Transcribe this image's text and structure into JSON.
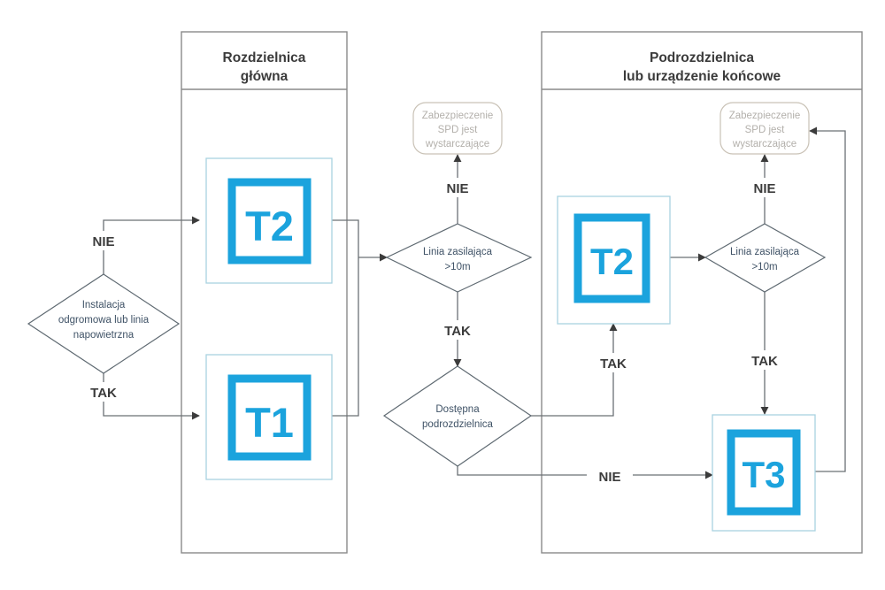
{
  "diagram": {
    "title_left": "Rozdzielnica\nglówna",
    "panels": [
      {
        "id": "left",
        "line1": "Rozdzielnica",
        "line2": "główna"
      },
      {
        "id": "right",
        "line1": "Podrozdzielnica",
        "line2": "lub urządzenie końcowe"
      }
    ],
    "decisions": [
      {
        "id": "instalacja",
        "line1": "Instalacja",
        "line2": "odgromowa lub linia",
        "line3": "napowietrzna"
      },
      {
        "id": "linia-left",
        "line1": "Linia zasilająca",
        "line2": ">10m"
      },
      {
        "id": "dostepna",
        "line1": "Dostępna",
        "line2": "podrozdzielnica"
      },
      {
        "id": "linia-right",
        "line1": "Linia zasilająca",
        "line2": ">10m"
      }
    ],
    "terminators": [
      {
        "id": "spd-ok-left",
        "line1": "Zabezpieczenie",
        "line2": "SPD jest",
        "line3": "wystarczające"
      },
      {
        "id": "spd-ok-right",
        "line1": "Zabezpieczenie",
        "line2": "SPD jest",
        "line3": "wystarczające"
      }
    ],
    "spd_devices": [
      {
        "id": "spd-t2-left",
        "label": "T2"
      },
      {
        "id": "spd-t1-left",
        "label": "T1"
      },
      {
        "id": "spd-t2-right",
        "label": "T2"
      },
      {
        "id": "spd-t3-right",
        "label": "T3"
      }
    ],
    "edge_labels": {
      "nie_instalacja": "NIE",
      "tak_instalacja": "TAK",
      "nie_linia_left": "NIE",
      "tak_linia_left": "TAK",
      "tak_dostepna": "TAK",
      "nie_dostepna": "NIE",
      "nie_linia_right": "NIE",
      "tak_linia_right": "TAK"
    },
    "colors": {
      "spd_blue": "#1ba3dd",
      "spd_outer": "#a9d2e0",
      "panel_stroke": "#8a8a8a",
      "connector": "#6b7075",
      "decision_text": "#3f5266",
      "terminator_text": "#b3b0ab"
    }
  }
}
